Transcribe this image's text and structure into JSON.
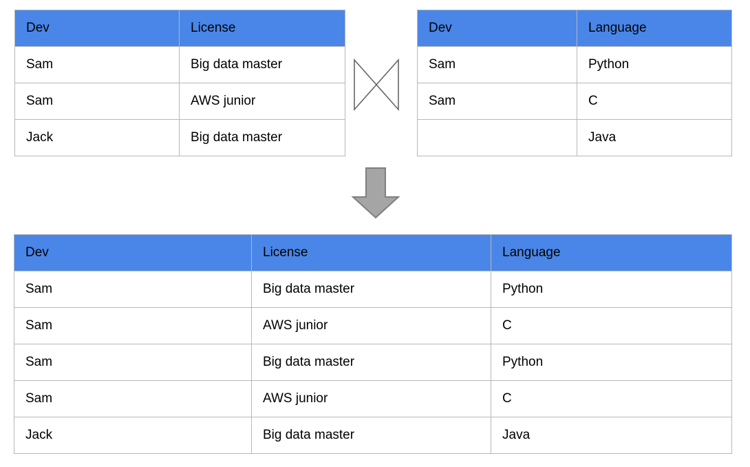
{
  "theme": {
    "header_bg": "#4a86e8",
    "header_text": "#000000",
    "cell_bg": "#ffffff",
    "cell_text": "#000000",
    "border": "#b7b7b7",
    "arrow_fill": "#a5a5a5",
    "arrow_stroke": "#7f7f7f",
    "join_stroke": "#666666",
    "page_bg": "#ffffff"
  },
  "diagram": {
    "operator_name": "join-bowtie",
    "flow_name": "down-arrow"
  },
  "tables": {
    "left": {
      "name": "left-input-table",
      "columns": [
        "Dev",
        "License"
      ],
      "rows": [
        [
          "Sam",
          "Big data master"
        ],
        [
          "Sam",
          "AWS junior"
        ],
        [
          "Jack",
          "Big data master"
        ]
      ]
    },
    "right": {
      "name": "right-input-table",
      "columns": [
        "Dev",
        "Language"
      ],
      "rows": [
        [
          "Sam",
          "Python"
        ],
        [
          "Sam",
          "C"
        ],
        [
          "",
          "Java"
        ]
      ]
    },
    "result": {
      "name": "result-table",
      "columns": [
        "Dev",
        "License",
        "Language"
      ],
      "rows": [
        [
          "Sam",
          "Big data master",
          "Python"
        ],
        [
          "Sam",
          "AWS junior",
          "C"
        ],
        [
          "Sam",
          "Big data master",
          "Python"
        ],
        [
          "Sam",
          "AWS junior",
          "C"
        ],
        [
          "Jack",
          "Big data master",
          "Java"
        ]
      ]
    }
  }
}
